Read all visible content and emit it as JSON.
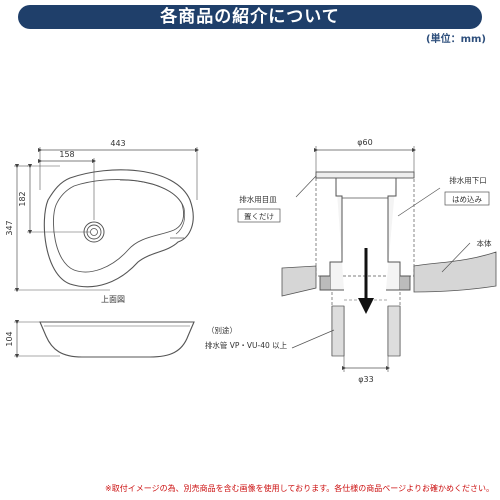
{
  "header": {
    "title": "各商品の紹介について",
    "unit": "(単位：mm)"
  },
  "left_drawing": {
    "width_total": "443",
    "width_center": "158",
    "height_center": "182",
    "height_total": "347",
    "top_view_label": "上面図",
    "height_bowl": "104"
  },
  "right_drawing": {
    "dia_top": "φ60",
    "drain_plate_label": "排水用目皿",
    "drain_plate_note": "置くだけ",
    "drain_lower_label": "排水用下口",
    "drain_lower_note": "はめ込み",
    "body_label": "本体",
    "separate_label": "（別途）",
    "drain_pipe_label": "排水管 VP・VU-40 以上",
    "dia_bottom": "φ33"
  },
  "footer": {
    "disclaimer": "※取付イメージの為、別売商品を含む画像を使用しております。各仕様の商品ページよりお確かめください。"
  },
  "colors": {
    "title_bg": "#1f3f6a",
    "disclaimer": "#cc1111",
    "line": "#555555",
    "counter": "#cfcfcf"
  }
}
